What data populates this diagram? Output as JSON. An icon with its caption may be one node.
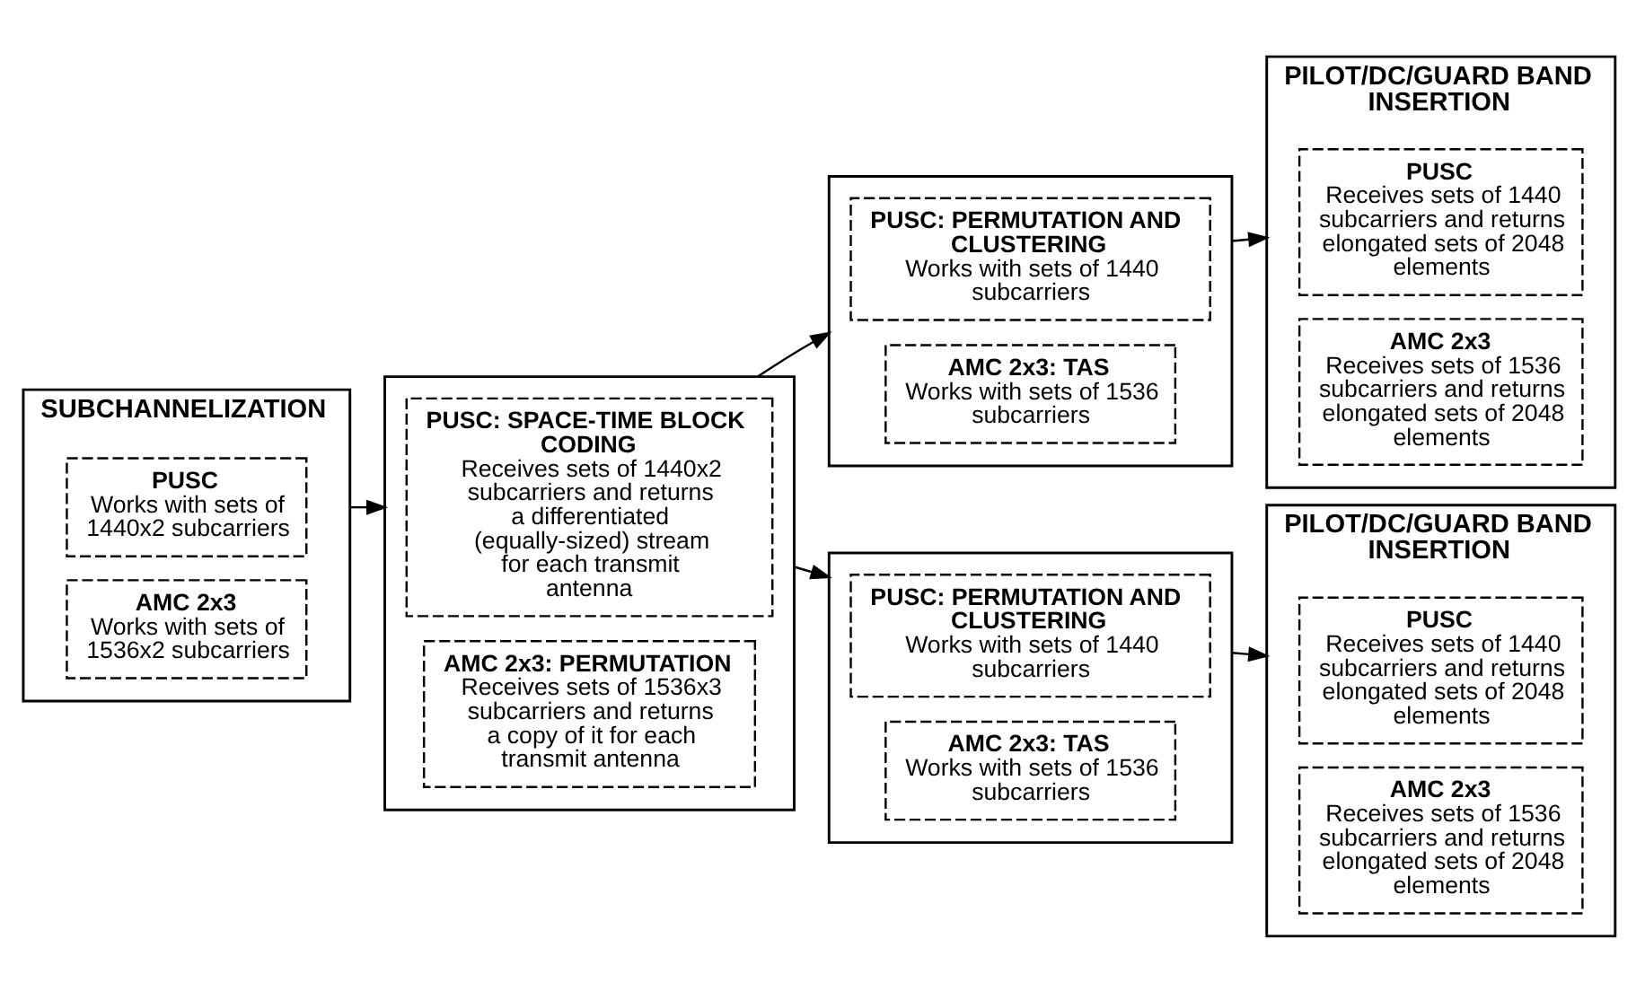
{
  "diagram": {
    "nodes": [
      {
        "text": [
          "SUBCHANNELIZATION"
        ]
      },
      {
        "text": [
          "PUSC",
          "Works with sets of 1440x2 subcarriers"
        ],
        "in": 0
      },
      {
        "text": [
          "AMC 2x3",
          "Works with sets of 1536x2 subcarriers"
        ],
        "in": 0
      },
      {
        "text": [],
        "shape": "box"
      },
      {
        "text": [
          "PUSC: SPACE-TIME BLOCK CODING",
          "Receives sets of 1440x2 subcarriers and returns a differentiated (equally-sized) stream for each transmit antenna"
        ],
        "in": 3
      },
      {
        "text": [
          "AMC 2x3: PERMUTATION",
          "Receives sets of 1536x3 subcarriers and returns a copy of it for each transmit antenna"
        ],
        "in": 3
      },
      {
        "text": [],
        "shape": "box"
      },
      {
        "text": [
          "PUSC: PERMUTATION AND CLUSTERING",
          "Works with sets of 1440 subcarriers"
        ],
        "in": 6
      },
      {
        "text": [
          "AMC 2x3: TAS",
          "Works with sets of 1536 subcarriers"
        ],
        "in": 6
      },
      {
        "text": [],
        "shape": "box"
      },
      {
        "text": [
          "PUSC: PERMUTATION AND CLUSTERING",
          "Works with sets of 1440 subcarriers"
        ],
        "in": 9
      },
      {
        "text": [
          "AMC 2x3: TAS",
          "Works with sets of 1536 subcarriers"
        ],
        "in": 9
      },
      {
        "text": [
          "PILOT/DC/GUARD BAND INSERTION"
        ]
      },
      {
        "text": [
          "PUSC",
          "Receives sets of 1440 subcarriers and returns elongated sets of 2048 elements"
        ],
        "in": 12
      },
      {
        "text": [
          "AMC 2x3",
          "Receives sets of 1536 subcarriers and returns elongated sets of 2048 elements"
        ],
        "in": 12
      },
      {
        "text": [
          "PILOT/DC/GUARD BAND INSERTION"
        ]
      },
      {
        "text": [
          "PUSC",
          "Receives sets of 1440 subcarriers and returns elongated sets of 2048 elements"
        ],
        "in": 15
      },
      {
        "text": [
          "AMC 2x3",
          "Receives sets of 1536 subcarriers and returns elongated sets of 2048 elements"
        ],
        "in": 15
      }
    ],
    "edges": [
      {
        "from": 0,
        "to": 3,
        "arrow": "to"
      },
      {
        "from": 3,
        "to": 6,
        "arrow": "to"
      },
      {
        "from": 3,
        "to": 9,
        "arrow": "to"
      },
      {
        "from": 6,
        "to": 12,
        "arrow": "to"
      },
      {
        "from": 9,
        "to": 15,
        "arrow": "to"
      }
    ]
  }
}
